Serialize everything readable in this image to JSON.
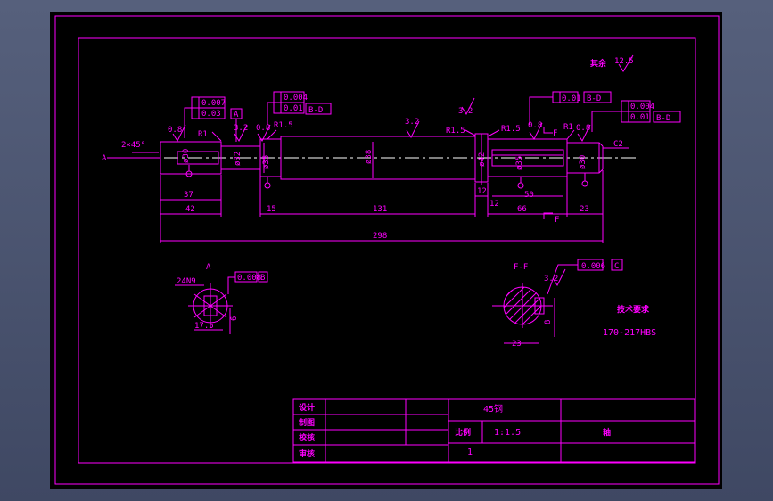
{
  "colors": {
    "background": "#000000",
    "line": "#ff00ff",
    "center_line": "#ffffff",
    "viewport": "#4a5470"
  },
  "notes": {
    "surface_finish_other": "其余",
    "ra_other": "12.5",
    "tech_title": "技术要求",
    "hardness": "170-217HBS"
  },
  "shaft": {
    "chamfer_left": "2×45°",
    "chamfer_right": "C2",
    "label_a": "A",
    "fillet_r1a": "R1",
    "fillet_r15a": "R1.5",
    "fillet_r15b": "R1.5",
    "fillet_r15c": "R1.5",
    "fillet_r1b": "R1",
    "datum_a_box": "A",
    "section_marker_top": "F",
    "section_marker_bottom": "F",
    "ra_08a": "0.8",
    "ra_32a": "3.2",
    "ra_08b": "0.8",
    "ra_32b": "3.2",
    "ra_08c": "0.8",
    "ra_08d": "0.8",
    "ra_32c": "3.2",
    "dia_1": "ø30",
    "dia_2": "ø32",
    "dia_3": "ø35",
    "dia_4": "ø38",
    "dia_5": "ø42",
    "dia_6": "ø35",
    "dia_7": "ø30"
  },
  "gdt": {
    "tl_row1": "0.007",
    "tl_row2": "0.03",
    "tm_row1": "0.004",
    "tm_row2": "0.01",
    "tm_datum": "B-D",
    "tr1_value": "0.01",
    "tr1_datum": "B-D",
    "tr2_row1": "0.004",
    "tr2_row2": "0.01",
    "tr2_datum": "B-D"
  },
  "dims": {
    "d37": "37",
    "d42": "42",
    "d15": "15",
    "d131": "131",
    "d12a": "12",
    "d12b": "12",
    "d50": "50",
    "d66": "66",
    "d23": "23",
    "d298": "298"
  },
  "section_a": {
    "label": "A",
    "keyway": "24N9",
    "tol": "0.008",
    "datum": "B",
    "width": "17.5",
    "depth": "6"
  },
  "section_f": {
    "label": "F-F",
    "tol": "0.006",
    "datum": "C",
    "width": "23",
    "depth": "8",
    "ra": "3.2"
  },
  "title_block": {
    "designer": "设计",
    "drafter": "制图",
    "checker": "校核",
    "approver": "审核",
    "material": "45钢",
    "scale_label": "比例",
    "scale": "1:1.5",
    "quantity": "1",
    "part_name": "轴"
  }
}
